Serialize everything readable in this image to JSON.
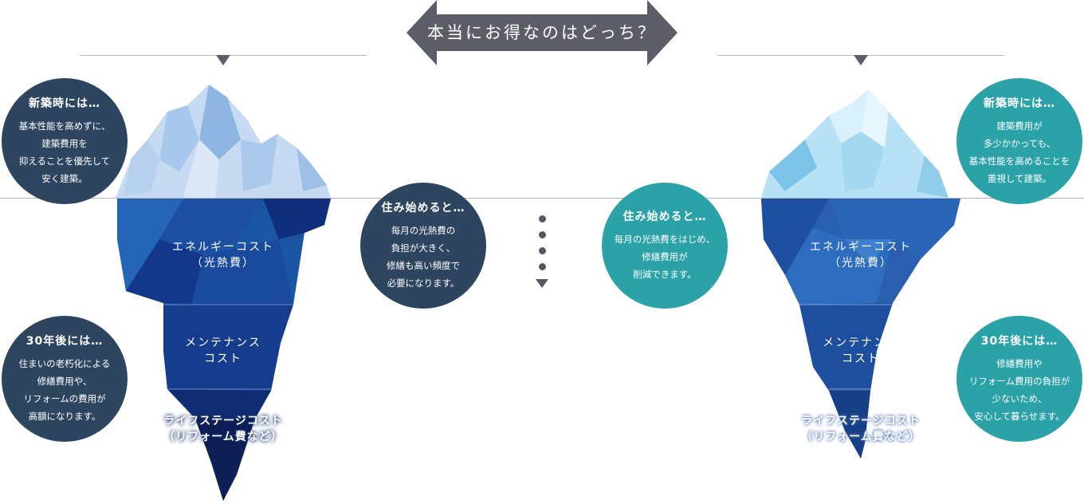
{
  "header": {
    "title": "本当にお得なのはどっち？"
  },
  "colors": {
    "navy": "#2e4560",
    "teal": "#2aa2a8",
    "arrow": "#5c5d66"
  },
  "left": {
    "new_build": {
      "title": "新築時には…",
      "lines": [
        "基本性能を高めずに、",
        "建築費用を",
        "抑えることを優先して",
        "安く建築。"
      ]
    },
    "after_30": {
      "title": "30年後には…",
      "lines": [
        "住まいの老朽化による",
        "修繕費用や、",
        "リフォームの費用が",
        "高額になります。"
      ]
    },
    "living": {
      "title": "住み始めると…",
      "lines": [
        "毎月の光熱費の",
        "負担が大きく、",
        "修繕も高い頻度で",
        "必要になります。"
      ]
    },
    "iceberg": {
      "energy": [
        "エネルギーコスト",
        "（光熱費）"
      ],
      "maintenance": [
        "メンテナンス",
        "コスト"
      ],
      "life": [
        "ライフステージコスト",
        "（リフォーム費など）"
      ]
    }
  },
  "right": {
    "new_build": {
      "title": "新築時には…",
      "lines": [
        "建築費用が",
        "多少かかっても、",
        "基本性能を高めることを",
        "重視して建築。"
      ]
    },
    "after_30": {
      "title": "30年後には…",
      "lines": [
        "修繕費用や",
        "リフォーム費用の負担が",
        "少ないため、",
        "安心して暮らせます。"
      ]
    },
    "living": {
      "title": "住み始めると…",
      "lines": [
        "毎月の光熱費をはじめ、",
        "修繕費用が",
        "削減できます。"
      ]
    },
    "iceberg": {
      "energy": [
        "エネルギーコスト",
        "（光熱費）"
      ],
      "maintenance": [
        "メンテナンス",
        "コスト"
      ],
      "life": [
        "ライフステージコスト",
        "（リフォーム費など）"
      ]
    }
  }
}
